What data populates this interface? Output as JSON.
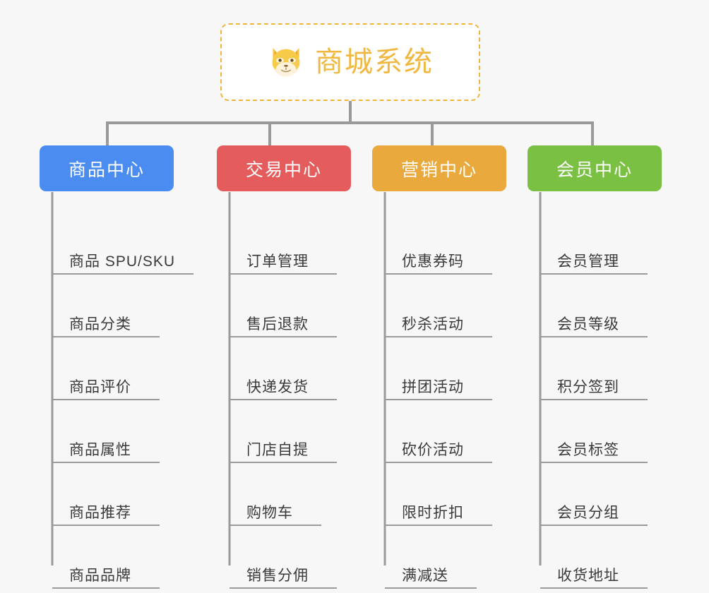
{
  "diagram": {
    "type": "mind-map",
    "background_color": "#f7f7f7",
    "root": {
      "title": "商城系统",
      "icon": "shiba-dog-face-icon",
      "border_color": "#edb63f",
      "text_color": "#f0b840",
      "background_color": "#ffffff"
    },
    "connector_color": "#9a9a9a",
    "branches": [
      {
        "id": "product-center",
        "label": "商品中心",
        "color": "#4a8cf0",
        "items": [
          {
            "label": "商品 SPU/SKU",
            "rule_width": 200
          },
          {
            "label": "商品分类",
            "rule_width": 152
          },
          {
            "label": "商品评价",
            "rule_width": 152
          },
          {
            "label": "商品属性",
            "rule_width": 152
          },
          {
            "label": "商品推荐",
            "rule_width": 152
          },
          {
            "label": "商品品牌",
            "rule_width": 152
          }
        ]
      },
      {
        "id": "trade-center",
        "label": "交易中心",
        "color": "#e45c5c",
        "items": [
          {
            "label": "订单管理",
            "rule_width": 152
          },
          {
            "label": "售后退款",
            "rule_width": 152
          },
          {
            "label": "快递发货",
            "rule_width": 152
          },
          {
            "label": "门店自提",
            "rule_width": 152
          },
          {
            "label": "购物车",
            "rule_width": 130
          },
          {
            "label": "销售分佣",
            "rule_width": 152
          }
        ]
      },
      {
        "id": "marketing-center",
        "label": "营销中心",
        "color": "#eaa93c",
        "items": [
          {
            "label": "优惠券码",
            "rule_width": 152
          },
          {
            "label": "秒杀活动",
            "rule_width": 152
          },
          {
            "label": "拼团活动",
            "rule_width": 152
          },
          {
            "label": "砍价活动",
            "rule_width": 152
          },
          {
            "label": "限时折扣",
            "rule_width": 152
          },
          {
            "label": "满减送",
            "rule_width": 130
          }
        ]
      },
      {
        "id": "member-center",
        "label": "会员中心",
        "color": "#7ac143",
        "items": [
          {
            "label": "会员管理",
            "rule_width": 152
          },
          {
            "label": "会员等级",
            "rule_width": 152
          },
          {
            "label": "积分签到",
            "rule_width": 152
          },
          {
            "label": "会员标签",
            "rule_width": 152
          },
          {
            "label": "会员分组",
            "rule_width": 152
          },
          {
            "label": "收货地址",
            "rule_width": 152
          }
        ]
      }
    ]
  }
}
